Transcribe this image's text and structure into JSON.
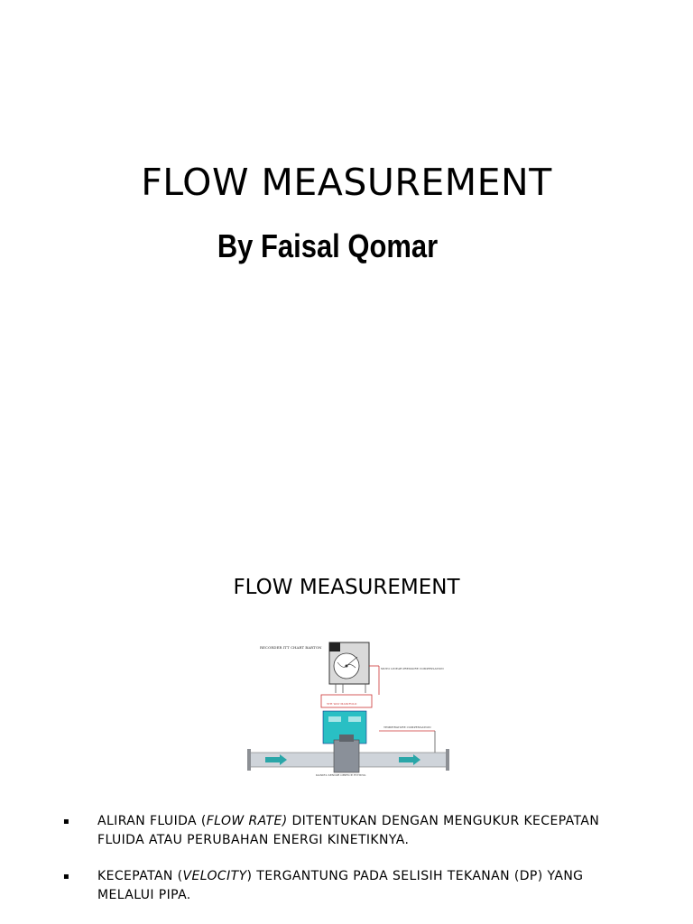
{
  "slide1": {
    "title": "FLOW MEASUREMENT",
    "author": "By Faisal Qomar"
  },
  "slide2": {
    "title": "FLOW MEASUREMENT",
    "diagram": {
      "recorder_label": "RECORDER ITT CHART BARTON",
      "manifold_label": "5TH WAY MANIFOLD",
      "static_label": "MOTO LINEAR PRESSURE COMPENSATION",
      "temp_label": "TEMPERATURE COMPENSATION",
      "sensor_label": "DANIEL SENIOR ORIFICE FITTING"
    },
    "bullets": [
      {
        "mark": "▪",
        "prefix": "ALIRAN FLUIDA (",
        "emphasis": "FLOW RATE)",
        "suffix": " DITENTUKAN DENGAN MENGUKUR KECEPATAN FLUIDA ATAU PERUBAHAN ENERGI KINETIKNYA."
      },
      {
        "mark": "▪",
        "prefix": "KECEPATAN (",
        "emphasis": "VELOCITY",
        "suffix": ") TERGANTUNG PADA SELISIH TEKANAN (DP) YANG MELALUI PIPA."
      }
    ]
  }
}
